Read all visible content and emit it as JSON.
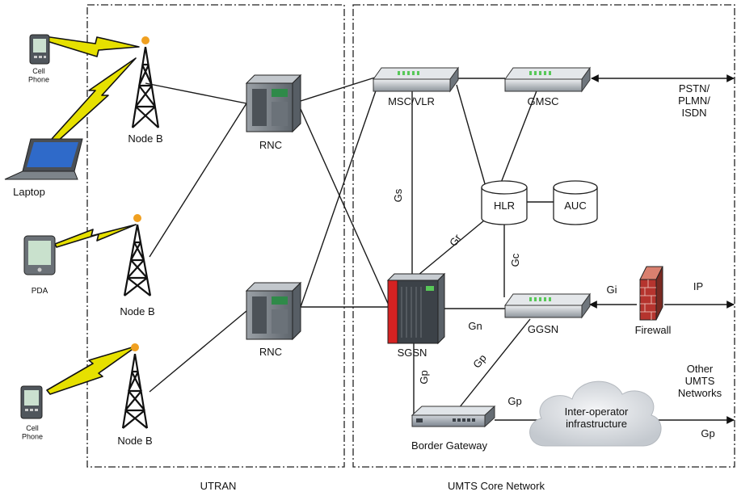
{
  "regions": {
    "utran": "UTRAN",
    "core": "UMTS Core Network"
  },
  "devices": {
    "cell_phone_top": "Cell\nPhone",
    "laptop": "Laptop",
    "pda": "PDA",
    "cell_phone_bottom": "Cell\nPhone"
  },
  "nodes": {
    "node_b_1": "Node B",
    "node_b_2": "Node B",
    "node_b_3": "Node B",
    "rnc_1": "RNC",
    "rnc_2": "RNC",
    "msc_vlr": "MSC/VLR",
    "gmsc": "GMSC",
    "hlr": "HLR",
    "auc": "AUC",
    "sgsn": "SGSN",
    "ggsn": "GGSN",
    "firewall": "Firewall",
    "border_gateway": "Border Gateway",
    "inter_operator": "Inter-operator\ninfrastructure"
  },
  "external": {
    "pstn": "PSTN/\nPLMN/\nISDN",
    "ip": "IP",
    "other_umts": "Other\nUMTS\nNetworks"
  },
  "interfaces": {
    "gs": "Gs",
    "gr": "Gr",
    "gc": "Gc",
    "gi": "Gi",
    "gn": "Gn",
    "gp_vertical": "Gp",
    "gp_diagonal": "Gp",
    "gp_gateway": "Gp",
    "gp_external": "Gp"
  },
  "colors": {
    "bolt": "#e6e000",
    "firewall": "#b5342e",
    "sgsn_accent": "#d52222",
    "router_led": "#58c858"
  }
}
